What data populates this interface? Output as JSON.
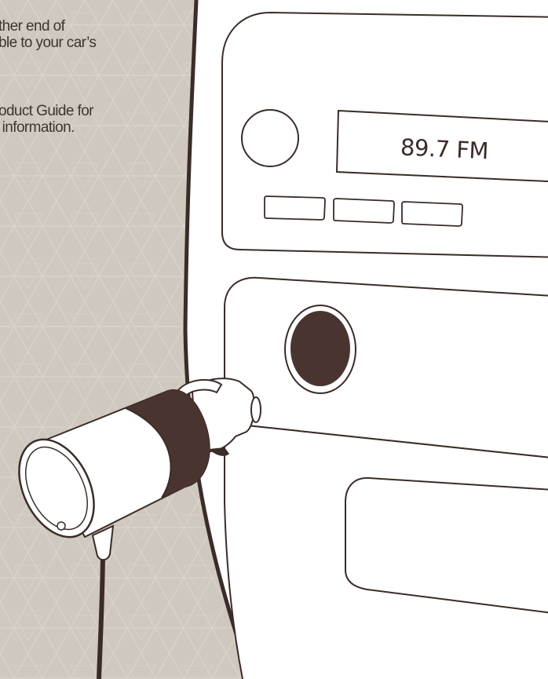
{
  "instructions": {
    "step_text": "ther end of\nble to your car’s",
    "guide_text": "oduct Guide for\n information."
  },
  "radio": {
    "frequency_display": "89.7 FM"
  },
  "colors": {
    "panel_background": "#cfc8bf",
    "pattern_lines": "#e2ddd5",
    "outline": "#3a2c28",
    "accent_brown": "#4a3430",
    "device_white": "#ffffff"
  },
  "icons": {
    "car_charger": "car-charger-icon",
    "power_socket": "cigarette-socket-icon",
    "volume_knob": "knob-icon"
  }
}
